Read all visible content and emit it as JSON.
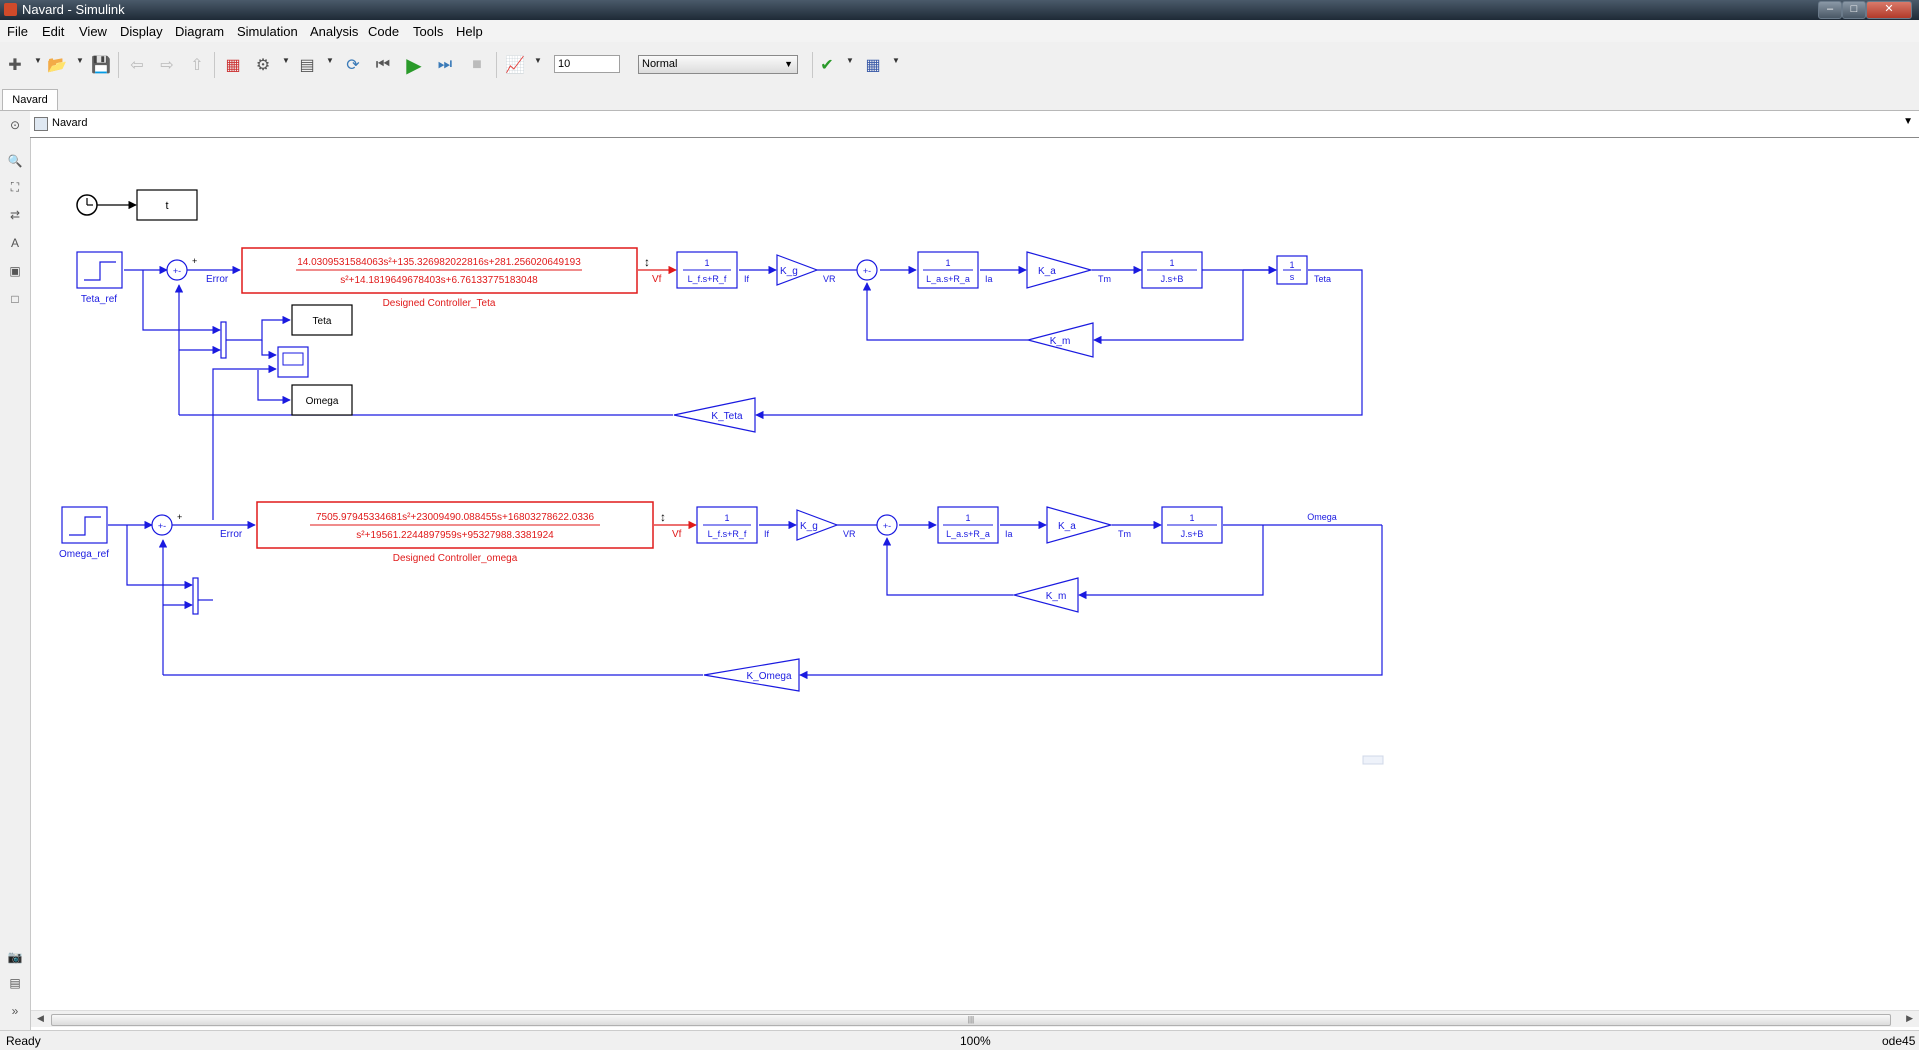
{
  "window": {
    "title": "Navard - Simulink"
  },
  "menu": [
    "File",
    "Edit",
    "View",
    "Display",
    "Diagram",
    "Simulation",
    "Analysis",
    "Code",
    "Tools",
    "Help"
  ],
  "toolbar": {
    "stop_time": "10",
    "sim_mode": "Normal"
  },
  "tab": {
    "label": "Navard"
  },
  "address": {
    "model": "Navard"
  },
  "diagram": {
    "clock_display": "t",
    "teta_loop": {
      "step": "Teta_ref",
      "sum_signs": "+-",
      "error_label": "Error",
      "ctrl_num": "14.0309531584063s²+135.326982022816s+281.256020649193",
      "ctrl_den": "s²+14.1819649678403s+6.76133775183048",
      "ctrl_name": "Designed Controller_Teta",
      "vf": "Vf",
      "tf1_num": "1",
      "tf1_den": "L_f.s+R_f",
      "if": "If",
      "kg": "K_g",
      "vr": "VR",
      "tf2_num": "1",
      "tf2_den": "L_a.s+R_a",
      "ia": "Ia",
      "ka": "K_a",
      "tm": "Tm",
      "tf3_num": "1",
      "tf3_den": "J.s+B",
      "int_num": "1",
      "int_den": "s",
      "out": "Teta",
      "km": "K_m",
      "kteta": "K_Teta",
      "ws_teta": "Teta",
      "ws_omega": "Omega"
    },
    "omega_loop": {
      "step": "Omega_ref",
      "sum_signs": "+-",
      "error_label": "Error",
      "ctrl_num": "7505.97945334681s²+23009490.088455s+16803278622.0336",
      "ctrl_den": "s²+19561.2244897959s+95327988.3381924",
      "ctrl_name": "Designed Controller_omega",
      "vf": "Vf",
      "tf1_num": "1",
      "tf1_den": "L_f.s+R_f",
      "if": "If",
      "kg": "K_g",
      "vr": "VR",
      "tf2_num": "1",
      "tf2_den": "L_a.s+R_a",
      "ia": "Ia",
      "ka": "K_a",
      "tm": "Tm",
      "tf3_num": "1",
      "tf3_den": "J.s+B",
      "out": "Omega",
      "km": "K_m",
      "komega": "K_Omega"
    }
  },
  "status": {
    "left": "Ready",
    "zoom": "100%",
    "solver": "ode45"
  }
}
